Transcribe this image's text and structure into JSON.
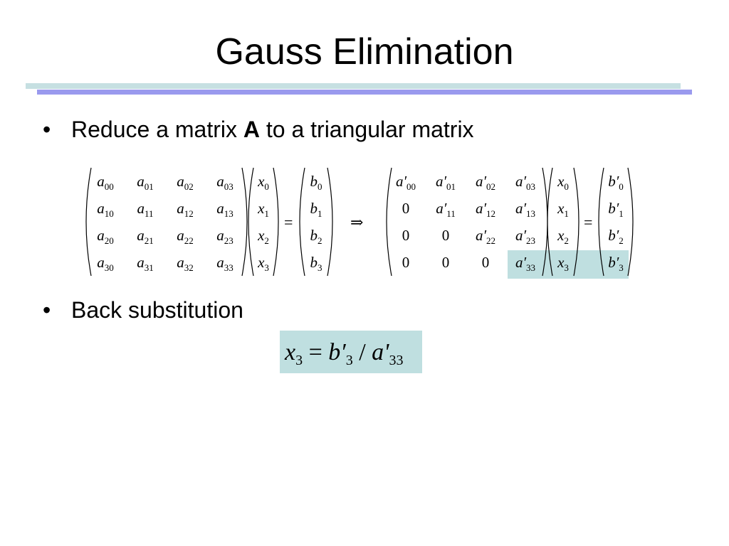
{
  "slide": {
    "title": "Gauss Elimination",
    "bullets": [
      {
        "before": "Reduce a matrix ",
        "bold": "A",
        "after": " to a triangular matrix"
      },
      {
        "text": "Back substitution"
      }
    ]
  },
  "bullet_symbol": "•",
  "equation_left": {
    "matrix": [
      [
        {
          "s": "a",
          "sub": "00"
        },
        {
          "s": "a",
          "sub": "01"
        },
        {
          "s": "a",
          "sub": "02"
        },
        {
          "s": "a",
          "sub": "03"
        }
      ],
      [
        {
          "s": "a",
          "sub": "10"
        },
        {
          "s": "a",
          "sub": "11"
        },
        {
          "s": "a",
          "sub": "12"
        },
        {
          "s": "a",
          "sub": "13"
        }
      ],
      [
        {
          "s": "a",
          "sub": "20"
        },
        {
          "s": "a",
          "sub": "21"
        },
        {
          "s": "a",
          "sub": "22"
        },
        {
          "s": "a",
          "sub": "23"
        }
      ],
      [
        {
          "s": "a",
          "sub": "30"
        },
        {
          "s": "a",
          "sub": "31"
        },
        {
          "s": "a",
          "sub": "32"
        },
        {
          "s": "a",
          "sub": "33"
        }
      ]
    ],
    "x": [
      {
        "s": "x",
        "sub": "0"
      },
      {
        "s": "x",
        "sub": "1"
      },
      {
        "s": "x",
        "sub": "2"
      },
      {
        "s": "x",
        "sub": "3"
      }
    ],
    "equals": "=",
    "b": [
      {
        "s": "b",
        "sub": "0"
      },
      {
        "s": "b",
        "sub": "1"
      },
      {
        "s": "b",
        "sub": "2"
      },
      {
        "s": "b",
        "sub": "3"
      }
    ]
  },
  "implies": "⇒",
  "equation_right": {
    "matrix": [
      [
        {
          "s": "a′",
          "sub": "00"
        },
        {
          "s": "a′",
          "sub": "01"
        },
        {
          "s": "a′",
          "sub": "02"
        },
        {
          "s": "a′",
          "sub": "03"
        }
      ],
      [
        {
          "z": "0"
        },
        {
          "s": "a′",
          "sub": "11"
        },
        {
          "s": "a′",
          "sub": "12"
        },
        {
          "s": "a′",
          "sub": "13"
        }
      ],
      [
        {
          "z": "0"
        },
        {
          "z": "0"
        },
        {
          "s": "a′",
          "sub": "22"
        },
        {
          "s": "a′",
          "sub": "23"
        }
      ],
      [
        {
          "z": "0"
        },
        {
          "z": "0"
        },
        {
          "z": "0"
        },
        {
          "s": "a′",
          "sub": "33"
        }
      ]
    ],
    "x": [
      {
        "s": "x",
        "sub": "0"
      },
      {
        "s": "x",
        "sub": "1"
      },
      {
        "s": "x",
        "sub": "2"
      },
      {
        "s": "x",
        "sub": "3"
      }
    ],
    "equals": "=",
    "b": [
      {
        "s": "b′",
        "sub": "0"
      },
      {
        "s": "b′",
        "sub": "1"
      },
      {
        "s": "b′",
        "sub": "2"
      },
      {
        "s": "b′",
        "sub": "3"
      }
    ]
  },
  "back_substitution": {
    "lhs_symbol": "x",
    "lhs_sub": "3",
    "equals": "=",
    "num_symbol": "b′",
    "num_sub": "3",
    "slash": "/",
    "den_symbol": "a'",
    "den_sub": "33"
  },
  "colors": {
    "highlight": "#bfdfe0",
    "rule_cyan": "#c6e0e2",
    "rule_blue": "#9a9aee"
  }
}
